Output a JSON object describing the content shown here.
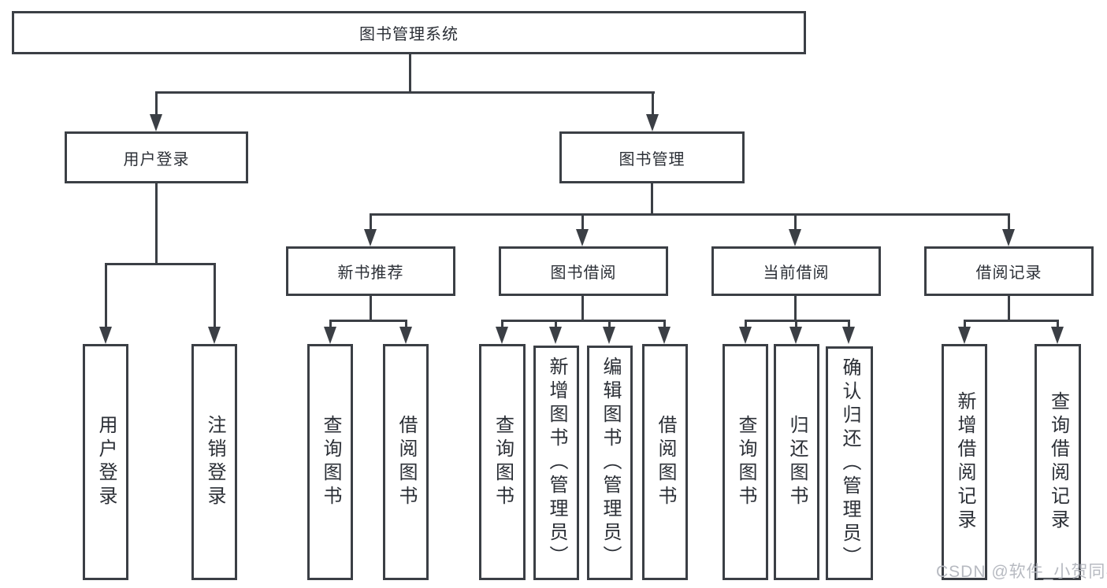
{
  "colors": {
    "line": "#3b3f45",
    "text": "#2b2f36",
    "watermark": "#b7bac1",
    "bg": "#ffffff"
  },
  "watermark": {
    "text": "CSDN @软件_小贺同学"
  },
  "tree": {
    "label": "图书管理系统",
    "children": [
      {
        "label": "用户登录",
        "children": [
          {
            "label": "用户登录"
          },
          {
            "label": "注销登录"
          }
        ]
      },
      {
        "label": "图书管理",
        "children": [
          {
            "label": "新书推荐",
            "children": [
              {
                "label": "查询图书"
              },
              {
                "label": "借阅图书"
              }
            ]
          },
          {
            "label": "图书借阅",
            "children": [
              {
                "label": "查询图书"
              },
              {
                "label": "新增图书（管理员）"
              },
              {
                "label": "编辑图书（管理员）"
              },
              {
                "label": "借阅图书"
              }
            ]
          },
          {
            "label": "当前借阅",
            "children": [
              {
                "label": "查询图书"
              },
              {
                "label": "归还图书"
              },
              {
                "label": "确认归还（管理员）"
              }
            ]
          },
          {
            "label": "借阅记录",
            "children": [
              {
                "label": "新增借阅记录"
              },
              {
                "label": "查询借阅记录"
              }
            ]
          }
        ]
      }
    ]
  }
}
